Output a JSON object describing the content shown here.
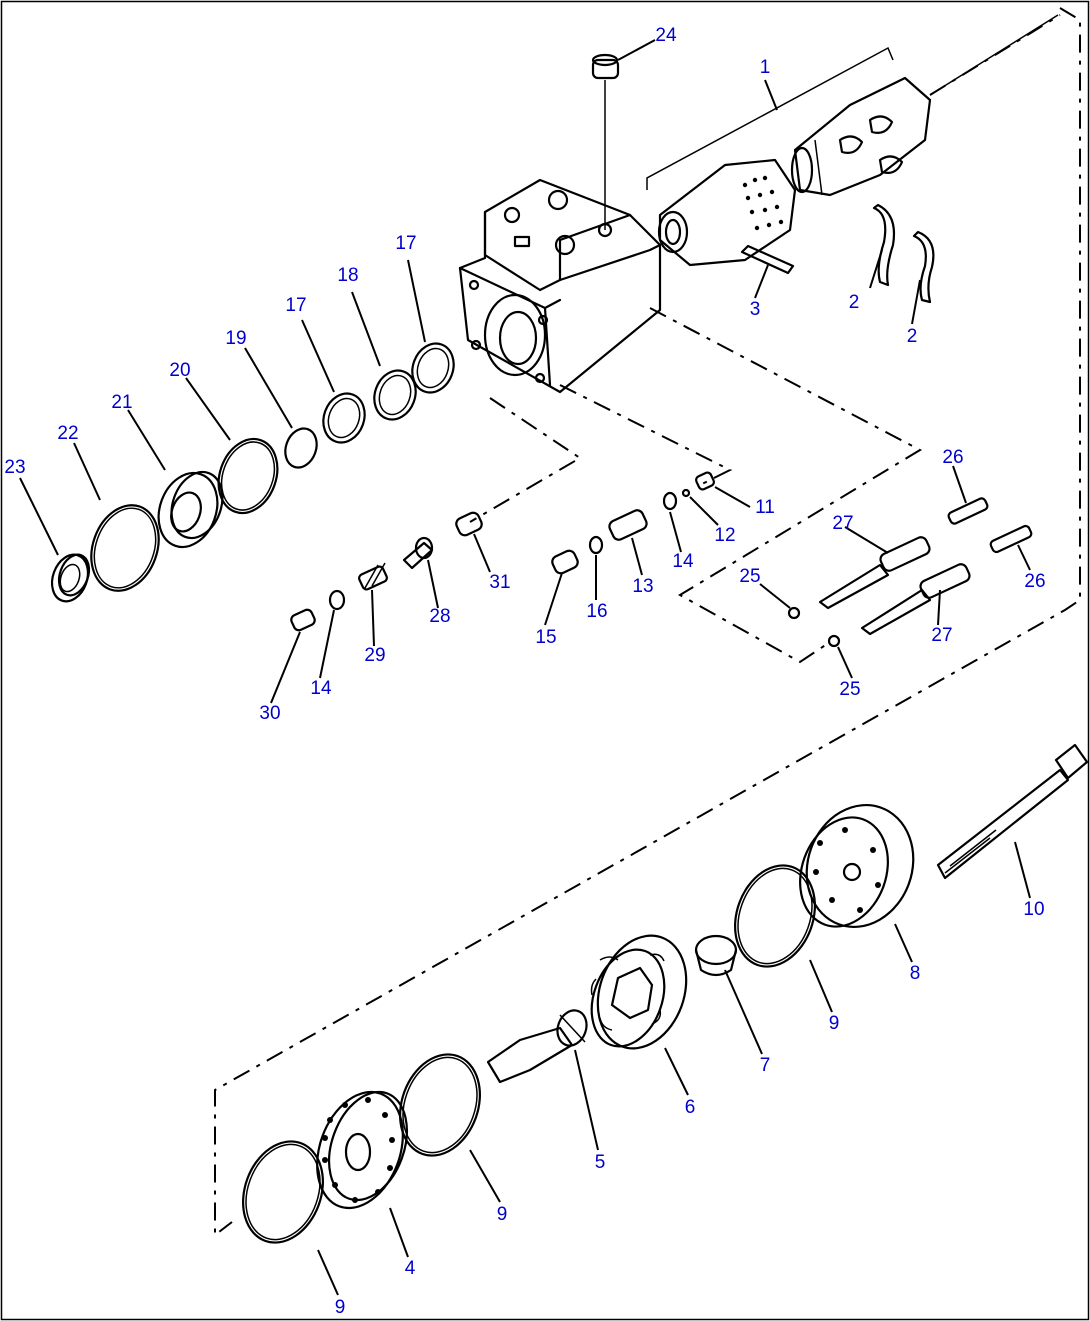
{
  "diagram": {
    "callouts": [
      {
        "id": "c1",
        "text": "1"
      },
      {
        "id": "c2a",
        "text": "2"
      },
      {
        "id": "c2b",
        "text": "2"
      },
      {
        "id": "c3",
        "text": "3"
      },
      {
        "id": "c4",
        "text": "4"
      },
      {
        "id": "c5",
        "text": "5"
      },
      {
        "id": "c6",
        "text": "6"
      },
      {
        "id": "c7",
        "text": "7"
      },
      {
        "id": "c8",
        "text": "8"
      },
      {
        "id": "c9a",
        "text": "9"
      },
      {
        "id": "c9b",
        "text": "9"
      },
      {
        "id": "c9c",
        "text": "9"
      },
      {
        "id": "c10",
        "text": "10"
      },
      {
        "id": "c11",
        "text": "11"
      },
      {
        "id": "c12",
        "text": "12"
      },
      {
        "id": "c13",
        "text": "13"
      },
      {
        "id": "c14a",
        "text": "14"
      },
      {
        "id": "c14b",
        "text": "14"
      },
      {
        "id": "c15",
        "text": "15"
      },
      {
        "id": "c16",
        "text": "16"
      },
      {
        "id": "c17a",
        "text": "17"
      },
      {
        "id": "c17b",
        "text": "17"
      },
      {
        "id": "c18",
        "text": "18"
      },
      {
        "id": "c19",
        "text": "19"
      },
      {
        "id": "c20",
        "text": "20"
      },
      {
        "id": "c21",
        "text": "21"
      },
      {
        "id": "c22",
        "text": "22"
      },
      {
        "id": "c23",
        "text": "23"
      },
      {
        "id": "c24",
        "text": "24"
      },
      {
        "id": "c25a",
        "text": "25"
      },
      {
        "id": "c25b",
        "text": "25"
      },
      {
        "id": "c26a",
        "text": "26"
      },
      {
        "id": "c26b",
        "text": "26"
      },
      {
        "id": "c27a",
        "text": "27"
      },
      {
        "id": "c27b",
        "text": "27"
      },
      {
        "id": "c28",
        "text": "28"
      },
      {
        "id": "c29",
        "text": "29"
      },
      {
        "id": "c30",
        "text": "30"
      },
      {
        "id": "c31",
        "text": "31"
      }
    ]
  }
}
